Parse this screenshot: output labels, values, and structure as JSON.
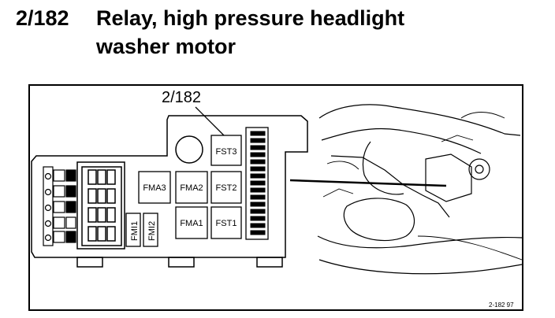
{
  "header": {
    "component_id": "2/182",
    "title_line1": "Relay, high pressure headlight",
    "title_line2": "washer motor"
  },
  "diagram": {
    "callout": "2/182",
    "relays": {
      "fst3": "FST3",
      "fma3": "FMA3",
      "fma2": "FMA2",
      "fst2": "FST2",
      "fma1": "FMA1",
      "fst1": "FST1",
      "fmi1": "FMI1",
      "fmi2": "FMI2"
    },
    "figure_ref": "2-182  97"
  }
}
